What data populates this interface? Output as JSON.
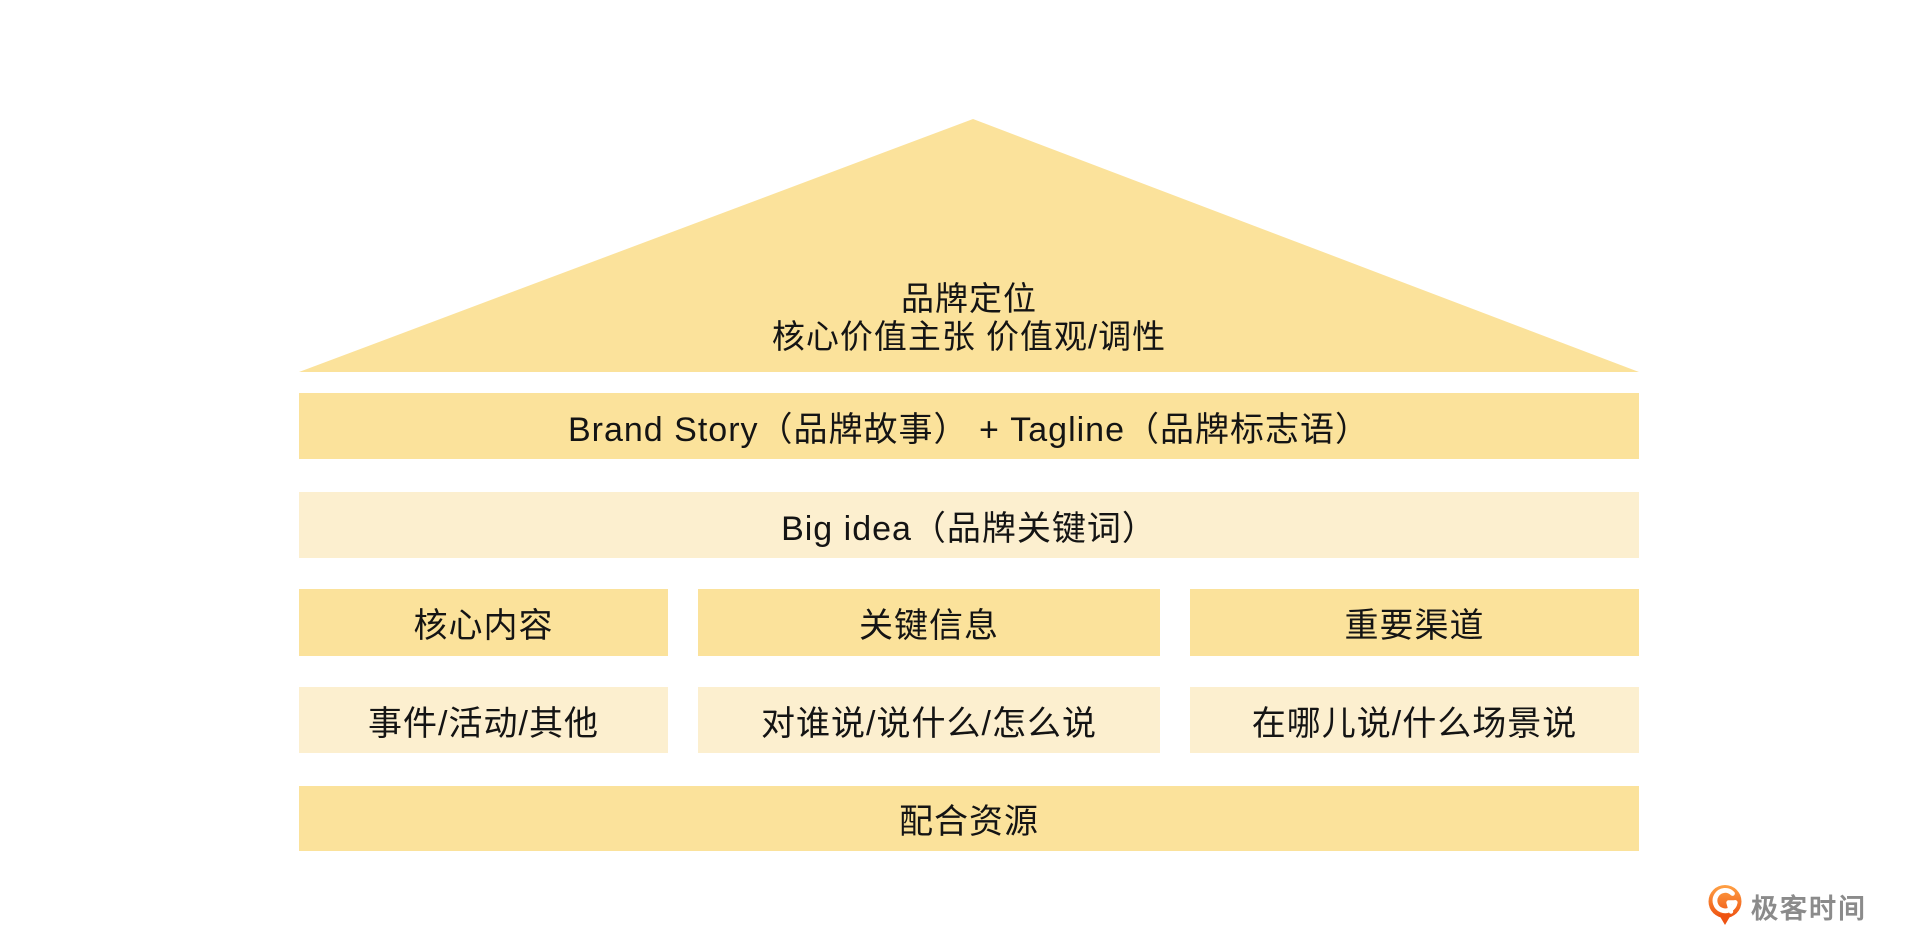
{
  "colors": {
    "gold": "#FBE29B",
    "cream": "#FCEFCF",
    "text": "#141414",
    "logo_orange_top": "#FFA145",
    "logo_orange_bottom": "#EE5312",
    "logo_text_gray": "#8B8B8B",
    "background": "#FFFFFF"
  },
  "house": {
    "roof": {
      "title": "品牌定位",
      "subtitle": "核心价值主张 价值观/调性"
    },
    "brand_story_row": "Brand Story（品牌故事） + Tagline（品牌标志语）",
    "big_idea_row": "Big idea（品牌关键词）",
    "pillars_top": [
      {
        "label": "核心内容"
      },
      {
        "label": "关键信息"
      },
      {
        "label": "重要渠道"
      }
    ],
    "pillars_bottom": [
      {
        "label": "事件/活动/其他"
      },
      {
        "label": "对谁说/说什么/怎么说"
      },
      {
        "label": "在哪儿说/什么场景说"
      }
    ],
    "base_row": "配合资源"
  },
  "watermark": {
    "brand": "极客时间"
  }
}
